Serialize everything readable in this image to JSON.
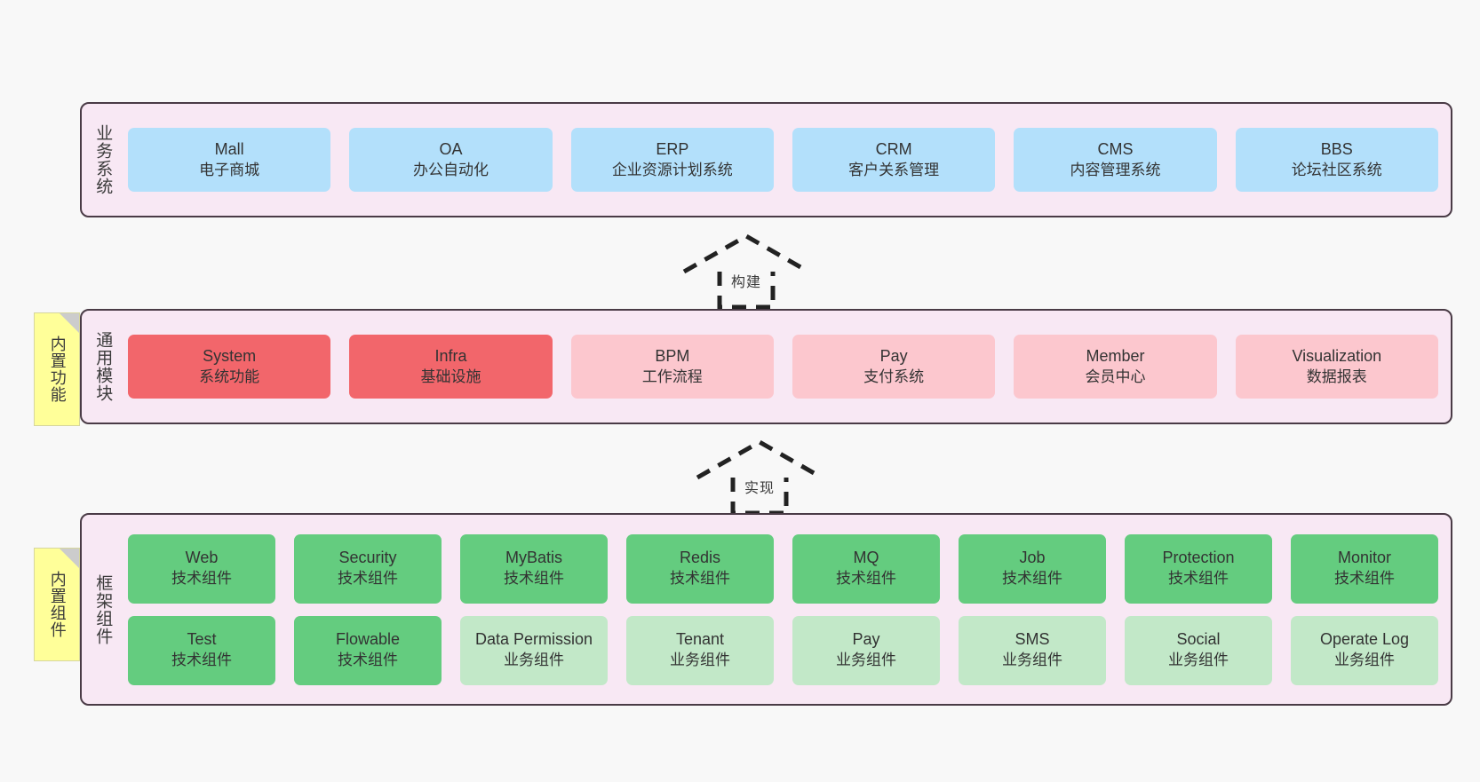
{
  "diagram": {
    "background": "#f8f8f8",
    "layer_border": "#4a3b46",
    "layer_fill": "#f8e8f4",
    "note_fill": "#ffff99"
  },
  "notes": [
    {
      "id": "builtin-function",
      "label": "内置功能"
    },
    {
      "id": "builtin-component",
      "label": "内置组件"
    }
  ],
  "connectors": [
    {
      "id": "build",
      "label": "构建"
    },
    {
      "id": "implement",
      "label": "实现"
    }
  ],
  "layers": [
    {
      "id": "business",
      "title": "业务系统",
      "rows": [
        [
          {
            "name": "Mall",
            "sub": "电子商城",
            "color": "#b3e0fb"
          },
          {
            "name": "OA",
            "sub": "办公自动化",
            "color": "#b3e0fb"
          },
          {
            "name": "ERP",
            "sub": "企业资源计划系统",
            "color": "#b3e0fb"
          },
          {
            "name": "CRM",
            "sub": "客户关系管理",
            "color": "#b3e0fb"
          },
          {
            "name": "CMS",
            "sub": "内容管理系统",
            "color": "#b3e0fb"
          },
          {
            "name": "BBS",
            "sub": "论坛社区系统",
            "color": "#b3e0fb"
          }
        ]
      ]
    },
    {
      "id": "common",
      "title": "通用模块",
      "rows": [
        [
          {
            "name": "System",
            "sub": "系统功能",
            "color": "#f2666b"
          },
          {
            "name": "Infra",
            "sub": "基础设施",
            "color": "#f2666b"
          },
          {
            "name": "BPM",
            "sub": "工作流程",
            "color": "#fcc7ce"
          },
          {
            "name": "Pay",
            "sub": "支付系统",
            "color": "#fcc7ce"
          },
          {
            "name": "Member",
            "sub": "会员中心",
            "color": "#fcc7ce"
          },
          {
            "name": "Visualization",
            "sub": "数据报表",
            "color": "#fcc7ce"
          }
        ]
      ]
    },
    {
      "id": "framework",
      "title": "框架组件",
      "rows": [
        [
          {
            "name": "Web",
            "sub": "技术组件",
            "color": "#64cc7f"
          },
          {
            "name": "Security",
            "sub": "技术组件",
            "color": "#64cc7f"
          },
          {
            "name": "MyBatis",
            "sub": "技术组件",
            "color": "#64cc7f"
          },
          {
            "name": "Redis",
            "sub": "技术组件",
            "color": "#64cc7f"
          },
          {
            "name": "MQ",
            "sub": "技术组件",
            "color": "#64cc7f"
          },
          {
            "name": "Job",
            "sub": "技术组件",
            "color": "#64cc7f"
          },
          {
            "name": "Protection",
            "sub": "技术组件",
            "color": "#64cc7f"
          },
          {
            "name": "Monitor",
            "sub": "技术组件",
            "color": "#64cc7f"
          }
        ],
        [
          {
            "name": "Test",
            "sub": "技术组件",
            "color": "#64cc7f"
          },
          {
            "name": "Flowable",
            "sub": "技术组件",
            "color": "#64cc7f"
          },
          {
            "name": "Data Permission",
            "sub": "业务组件",
            "color": "#c2e8c8"
          },
          {
            "name": "Tenant",
            "sub": "业务组件",
            "color": "#c2e8c8"
          },
          {
            "name": "Pay",
            "sub": "业务组件",
            "color": "#c2e8c8"
          },
          {
            "name": "SMS",
            "sub": "业务组件",
            "color": "#c2e8c8"
          },
          {
            "name": "Social",
            "sub": "业务组件",
            "color": "#c2e8c8"
          },
          {
            "name": "Operate Log",
            "sub": "业务组件",
            "color": "#c2e8c8"
          }
        ]
      ]
    }
  ]
}
